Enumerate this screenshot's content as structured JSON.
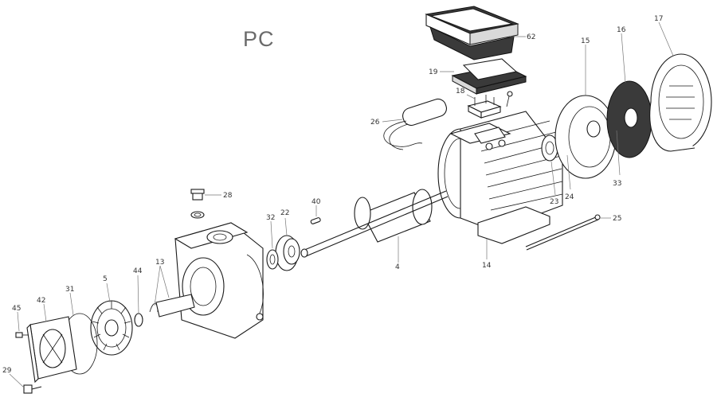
{
  "title": "PC",
  "parts": [
    {
      "id": "62"
    },
    {
      "id": "19"
    },
    {
      "id": "18"
    },
    {
      "id": "15"
    },
    {
      "id": "16"
    },
    {
      "id": "17"
    },
    {
      "id": "26"
    },
    {
      "id": "28"
    },
    {
      "id": "40"
    },
    {
      "id": "32"
    },
    {
      "id": "22"
    },
    {
      "id": "13"
    },
    {
      "id": "5"
    },
    {
      "id": "44"
    },
    {
      "id": "31"
    },
    {
      "id": "42"
    },
    {
      "id": "45"
    },
    {
      "id": "29"
    },
    {
      "id": "4"
    },
    {
      "id": "14"
    },
    {
      "id": "23"
    },
    {
      "id": "24"
    },
    {
      "id": "33"
    },
    {
      "id": "25"
    }
  ]
}
